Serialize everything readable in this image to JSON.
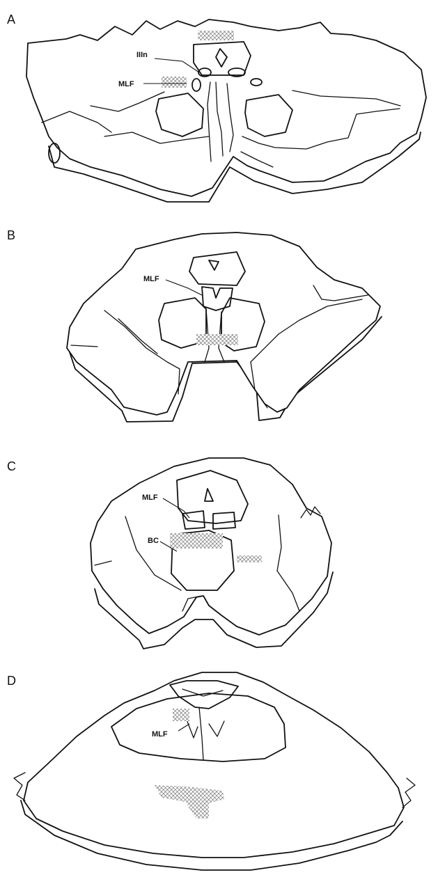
{
  "panels": [
    {
      "letter": "A",
      "labels": [
        "IIIn",
        "MLF"
      ]
    },
    {
      "letter": "B",
      "labels": [
        "MLF"
      ]
    },
    {
      "letter": "C",
      "labels": [
        "MLF",
        "BC"
      ]
    },
    {
      "letter": "D",
      "labels": [
        "MLF"
      ]
    }
  ],
  "colors": {
    "ink": "#111111",
    "background": "#ffffff",
    "lesion_hatch": "#555555"
  }
}
